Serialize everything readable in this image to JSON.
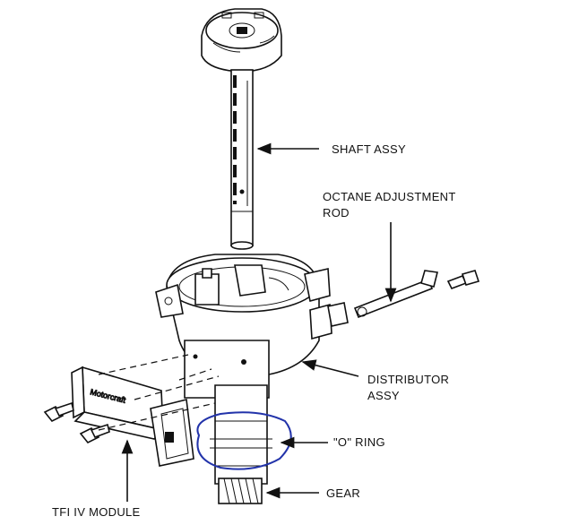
{
  "labels": {
    "shaft": "SHAFT ASSY",
    "octane_line1": "OCTANE ADJUSTMENT",
    "octane_line2": "ROD",
    "distributor_line1": "DISTRIBUTOR",
    "distributor_line2": "ASSY",
    "oring": "\"O\" RING",
    "gear": "GEAR",
    "tfi": "TFI IV MODULE"
  },
  "annotation": {
    "color": "#2233aa"
  }
}
